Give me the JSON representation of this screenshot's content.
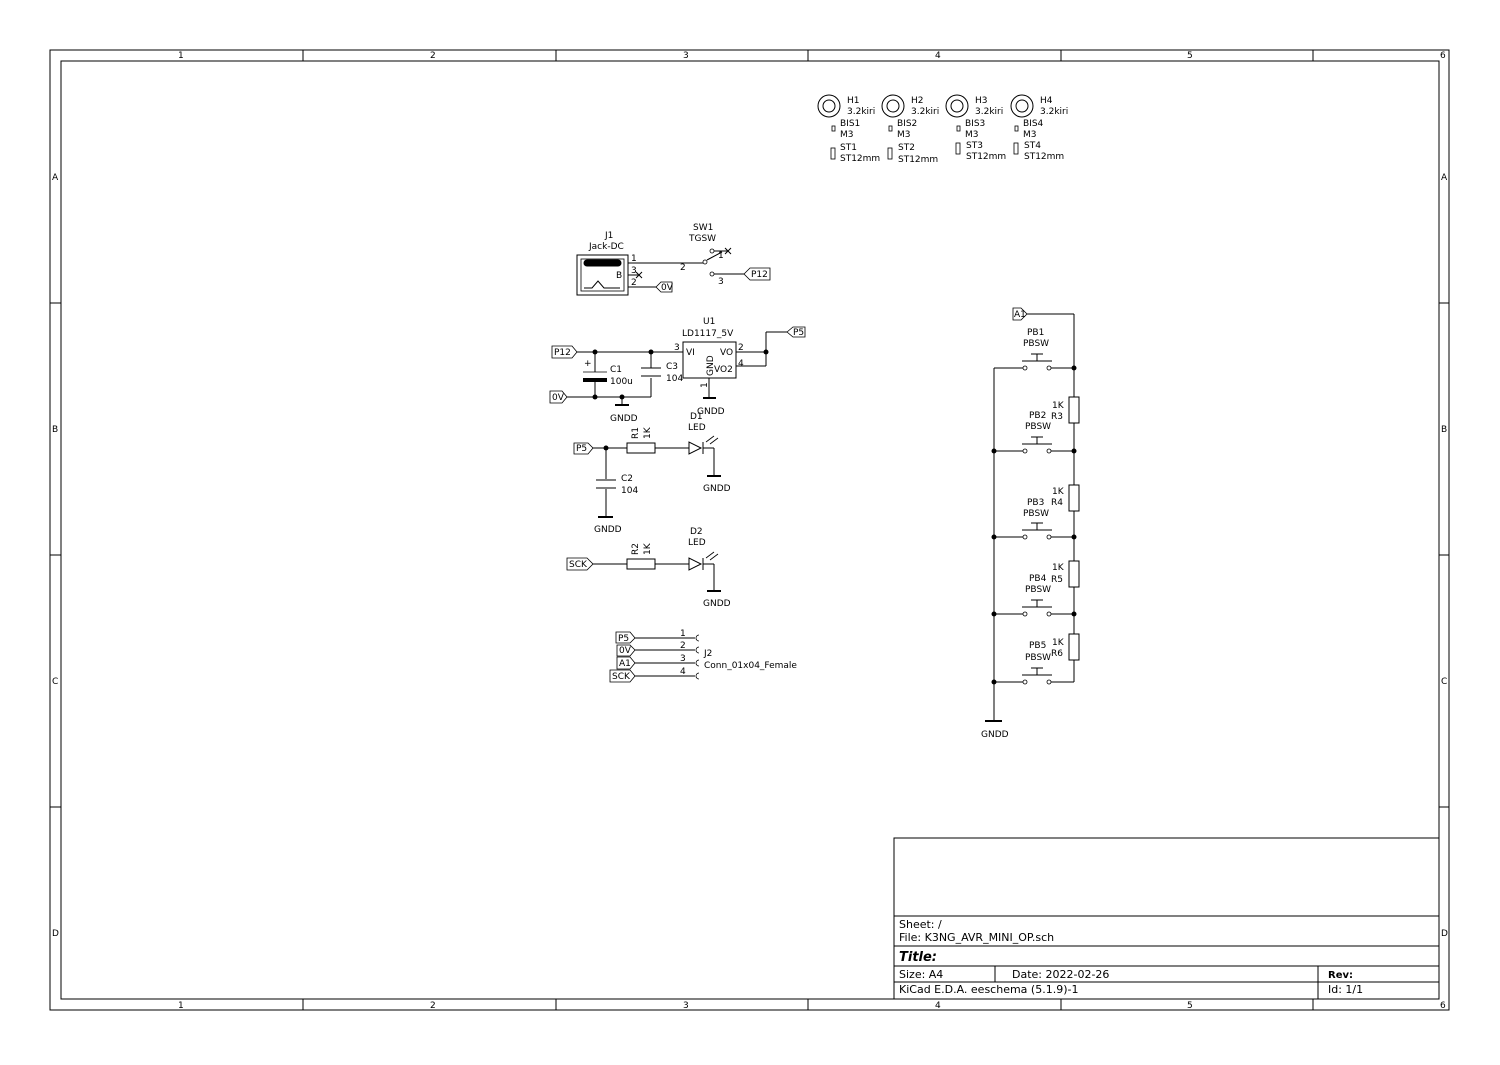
{
  "frame": {
    "columns": [
      "1",
      "2",
      "3",
      "4",
      "5",
      "6"
    ],
    "rows": [
      "A",
      "B",
      "C",
      "D"
    ]
  },
  "title_block": {
    "sheet": "Sheet: /",
    "file": "File: K3NG_AVR_MINI_OP.sch",
    "title": "Title:",
    "size": "Size: A4",
    "date": "Date: 2022-02-26",
    "rev": "Rev:",
    "tool": "KiCad E.D.A.  eeschema (5.1.9)-1",
    "id": "Id: 1/1"
  },
  "mounting": [
    {
      "ref": "H1",
      "val": "3.2kiri",
      "bis": "BIS1",
      "m": "M3",
      "st": "ST1",
      "stval": "ST12mm"
    },
    {
      "ref": "H2",
      "val": "3.2kiri",
      "bis": "BIS2",
      "m": "M3",
      "st": "ST2",
      "stval": "ST12mm"
    },
    {
      "ref": "H3",
      "val": "3.2kiri",
      "bis": "BIS3",
      "m": "M3",
      "st": "ST3",
      "stval": "ST12mm"
    },
    {
      "ref": "H4",
      "val": "3.2kiri",
      "bis": "BIS4",
      "m": "M3",
      "st": "ST4",
      "stval": "ST12mm"
    }
  ],
  "j1": {
    "ref": "J1",
    "val": "Jack-DC",
    "pin1": "1",
    "pin2": "2",
    "pin3": "3",
    "b": "B"
  },
  "sw1": {
    "ref": "SW1",
    "val": "TGSW",
    "pin1": "1",
    "pin2": "2",
    "pin3": "3"
  },
  "u1": {
    "ref": "U1",
    "val": "LD1117_5V",
    "vi": "VI",
    "vo": "VO",
    "vo2": "VO2",
    "gnd": "GND",
    "p1": "1",
    "p2": "2",
    "p3": "3",
    "p4": "4"
  },
  "c1": {
    "ref": "C1",
    "val": "100u",
    "plus": "+"
  },
  "c2": {
    "ref": "C2",
    "val": "104"
  },
  "c3": {
    "ref": "C3",
    "val": "104"
  },
  "r1": {
    "ref": "R1",
    "val": "1K"
  },
  "r2": {
    "ref": "R2",
    "val": "1K"
  },
  "d1": {
    "ref": "D1",
    "val": "LED"
  },
  "d2": {
    "ref": "D2",
    "val": "LED"
  },
  "j2": {
    "ref": "J2",
    "val": "Conn_01x04_Female",
    "pins": [
      "1",
      "2",
      "3",
      "4"
    ]
  },
  "gndd": "GNDD",
  "labels": {
    "p12": "P12",
    "p5": "P5",
    "ov": "0V",
    "sck": "SCK",
    "a1": "A1"
  },
  "j2_labels": [
    "P5",
    "0V",
    "A1",
    "SCK"
  ],
  "buttons": [
    {
      "ref": "PB1",
      "val": "PBSW"
    },
    {
      "ref": "PB2",
      "val": "PBSW"
    },
    {
      "ref": "PB3",
      "val": "PBSW"
    },
    {
      "ref": "PB4",
      "val": "PBSW"
    },
    {
      "ref": "PB5",
      "val": "PBSW"
    }
  ],
  "ladder_res": [
    {
      "ref": "R3",
      "val": "1K"
    },
    {
      "ref": "R4",
      "val": "1K"
    },
    {
      "ref": "R5",
      "val": "1K"
    },
    {
      "ref": "R6",
      "val": "1K"
    }
  ]
}
